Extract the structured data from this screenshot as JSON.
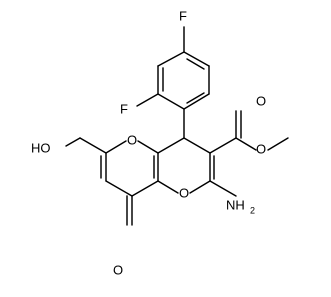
{
  "diagram": {
    "atom_labels": {
      "fluorine_top": "F",
      "fluorine_left": "F",
      "ring_oxygen_upper": "O",
      "ring_oxygen_lower": "O",
      "carbonyl_oxygen": "O",
      "ester_carbonyl_oxygen": "O",
      "ester_oxygen": "O",
      "hydroxyl": "HO",
      "amino": "NH",
      "amino_subscript": "2"
    }
  }
}
